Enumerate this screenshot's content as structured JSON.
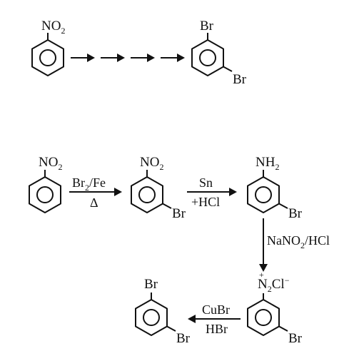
{
  "top_scheme": {
    "start_group": "NO",
    "start_group_sub": "2",
    "product_top": "Br",
    "product_meta": "Br"
  },
  "nitrobenzene": {
    "group": "NO",
    "group_sub": "2"
  },
  "step1": {
    "reagent_line1": "Br",
    "reagent_line1_sub": "2",
    "reagent_line1_tail": "/Fe",
    "reagent_line2": "Δ"
  },
  "m_bromonitrobenzene": {
    "group": "NO",
    "group_sub": "2",
    "substituent": "Br"
  },
  "step2": {
    "reagent_line1": "Sn",
    "reagent_line2": "+HCl"
  },
  "m_bromoaniline": {
    "group": "NH",
    "group_sub": "2",
    "substituent": "Br"
  },
  "step3": {
    "reagent": "NaNO",
    "reagent_sub": "2",
    "reagent_tail": "/HCl"
  },
  "diazonium": {
    "charge": "+",
    "group": "N",
    "group_sub": "2",
    "counter_ion": "Cl",
    "counter_charge": "−",
    "substituent": "Br"
  },
  "step4": {
    "reagent_line1": "CuBr",
    "reagent_line2": "HBr"
  },
  "dibromobenzene": {
    "top": "Br",
    "meta": "Br"
  }
}
